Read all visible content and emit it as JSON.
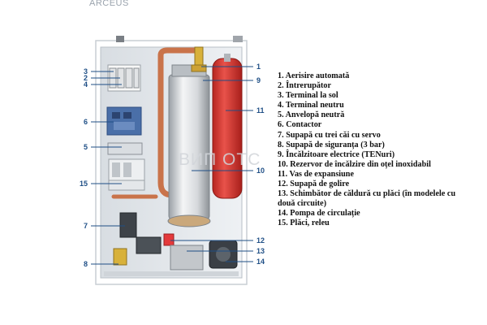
{
  "brand": "ARCEUS",
  "watermark": "ВИП ОТС",
  "callouts": [
    "1",
    "3",
    "2",
    "4",
    "6",
    "5",
    "15",
    "7",
    "8",
    "9",
    "11",
    "10",
    "12",
    "13",
    "14"
  ],
  "legend": [
    "1. Aerisire automată",
    "2. Întrerupător",
    "3. Terminal la sol",
    "4. Terminal neutru",
    "5. Anvelopă neutră",
    "6. Contactor",
    "7. Supapă cu trei căi cu servo",
    "8. Supapă de siguranța (3 bar)",
    "9. Încălzitoare electrice (TENuri)",
    "10. Rezervor de încălzire din oțel inoxidabil",
    "11. Vas de expansiune",
    "12. Supapă de golire",
    "13. Schimbător de căldură cu plăci (în modelele cu două circuite)",
    "14. Pompa de circulație",
    "15. Plăci, releu"
  ],
  "colors": {
    "label": "#1f4f86",
    "expansion_vessel": "#d63a33",
    "pipe": "#c9734a",
    "contactor": "#4a6fa8"
  }
}
